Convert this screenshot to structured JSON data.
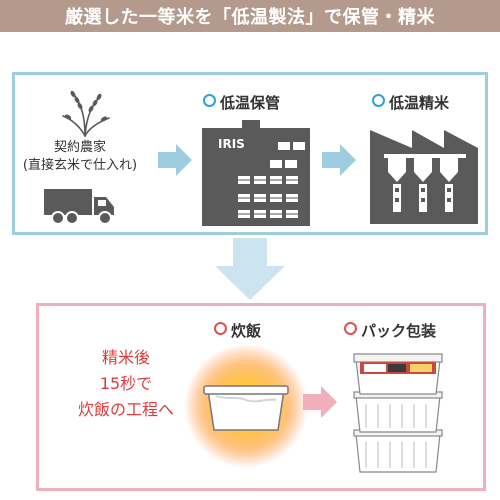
{
  "header": {
    "title": "厳選した一等米を「低温製法」で保管・精米"
  },
  "farm": {
    "line1": "契約農家",
    "line2": "(直接玄米で仕入れ)"
  },
  "stages": {
    "storage": "低温保管",
    "milling": "低温精米",
    "cooking": "炊飯",
    "packing": "パック包装"
  },
  "process_note": {
    "line1": "精米後",
    "line2": "15秒で",
    "line3": "炊飯の工程へ"
  },
  "colors": {
    "header_bg": "#b49a8c",
    "top_border": "#9fcde0",
    "bottom_border": "#f1aebc",
    "blue_arrow": "#9fcde0",
    "pink_arrow": "#f1aebc",
    "dark_gray": "#5a5a5a",
    "red_text": "#e13a3a"
  },
  "icons": [
    "rice-plant-icon",
    "truck-icon",
    "warehouse-icon",
    "factory-icon",
    "rice-bowl-icon",
    "rice-pack-stack-icon"
  ]
}
